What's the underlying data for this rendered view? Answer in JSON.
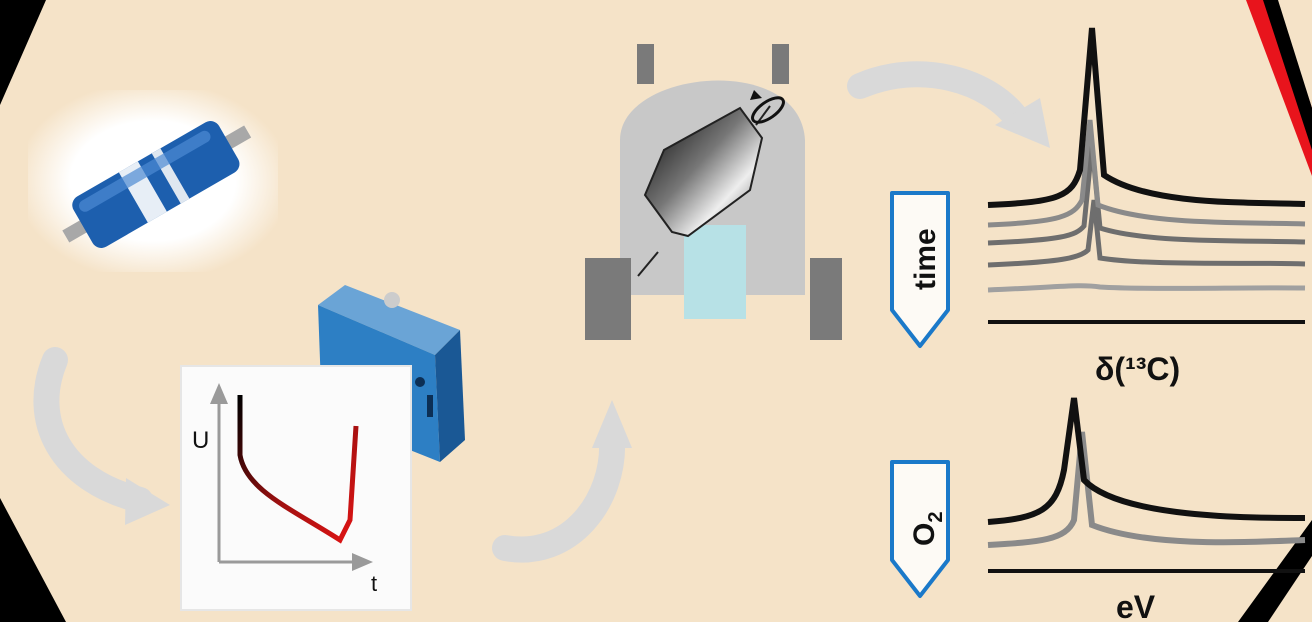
{
  "colors": {
    "background": "#f5e3c8",
    "border_black": "#000000",
    "border_red": "#e8141c",
    "arrow_gray": "#d9d9d9",
    "accent_blue": "#1b79c9",
    "curve_red": "#e01414",
    "spectrum_black": "#111111",
    "spectrum_gray": "#8a8a8a"
  },
  "cycle_diagram": {
    "battery_image": {
      "icon": "cylindrical-battery-cell"
    },
    "potentiostat_image": {
      "icon": "blue-potentiostat-box"
    },
    "discharge_plot": {
      "y_axis_label": "U",
      "x_axis_label": "t"
    },
    "nmr_rotor_image": {
      "icon": "nmr-magnet-with-spinning-rotor"
    },
    "nmr_panel": {
      "tag_label": "time",
      "x_axis_label": "δ(¹³C)"
    },
    "xps_panel": {
      "tag_label": "O",
      "tag_subscript": "2",
      "x_axis_label": "eV"
    }
  }
}
